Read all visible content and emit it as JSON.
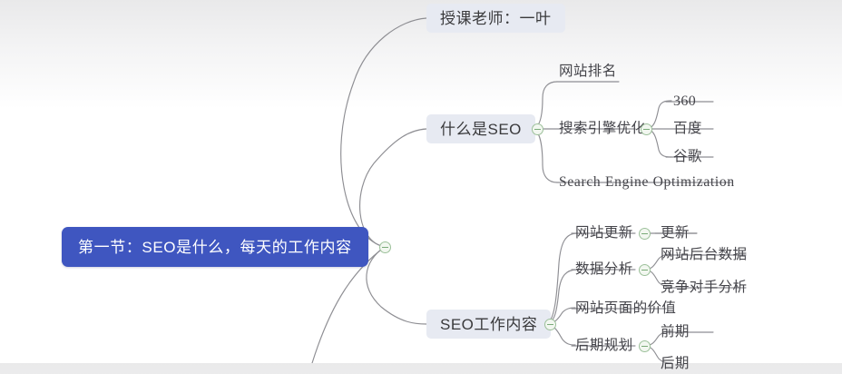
{
  "document": {
    "type": "mindmap",
    "background_top_color": "#e9e9ea",
    "background_bottom_color": "#ffffff"
  },
  "theme": {
    "root_fill": "#3f56c0",
    "root_text": "#ffffff",
    "topic_fill": "#e7eaf2",
    "topic_text": "#3a3a3c",
    "leaf_text": "#44444a",
    "wire_color": "#8e8e93",
    "toggle_stroke": "#9cc09a",
    "toggle_fill": "#f2f7f0"
  },
  "root": {
    "label": "第一节：SEO是什么，每天的工作内容",
    "toggle": "collapse-toggle"
  },
  "branches": [
    {
      "id": "teacher",
      "label": "授课老师：一叶",
      "children": []
    },
    {
      "id": "what-is-seo",
      "label": "什么是SEO",
      "toggle": "collapse-toggle",
      "children": [
        {
          "id": "site-ranking",
          "label": "网站排名",
          "children": []
        },
        {
          "id": "search-engine-optimization-cn",
          "label": "搜索引擎优化",
          "toggle": "collapse-toggle",
          "children": [
            {
              "id": "engine-360",
              "label": "360"
            },
            {
              "id": "engine-baidu",
              "label": "百度"
            },
            {
              "id": "engine-google",
              "label": "谷歌"
            }
          ]
        },
        {
          "id": "search-engine-optimization-en",
          "label": "Search  Engine Optimization",
          "children": []
        }
      ]
    },
    {
      "id": "seo-work",
      "label": "SEO工作内容",
      "toggle": "collapse-toggle",
      "children": [
        {
          "id": "site-update",
          "label": "网站更新",
          "toggle": "collapse-toggle",
          "children": [
            {
              "id": "update",
              "label": "更新"
            }
          ]
        },
        {
          "id": "data-analysis",
          "label": "数据分析",
          "toggle": "collapse-toggle",
          "children": [
            {
              "id": "backend-data",
              "label": "网站后台数据"
            },
            {
              "id": "competitor-analysis",
              "label": "竞争对手分析"
            }
          ]
        },
        {
          "id": "page-value",
          "label": "网站页面的价值",
          "children": []
        },
        {
          "id": "later-planning",
          "label": "后期规划",
          "toggle": "collapse-toggle",
          "children": [
            {
              "id": "early-stage",
              "label": "前期"
            },
            {
              "id": "late-stage",
              "label": "后期"
            }
          ]
        }
      ]
    },
    {
      "id": "offscreen-branch",
      "label": "",
      "children": []
    }
  ]
}
